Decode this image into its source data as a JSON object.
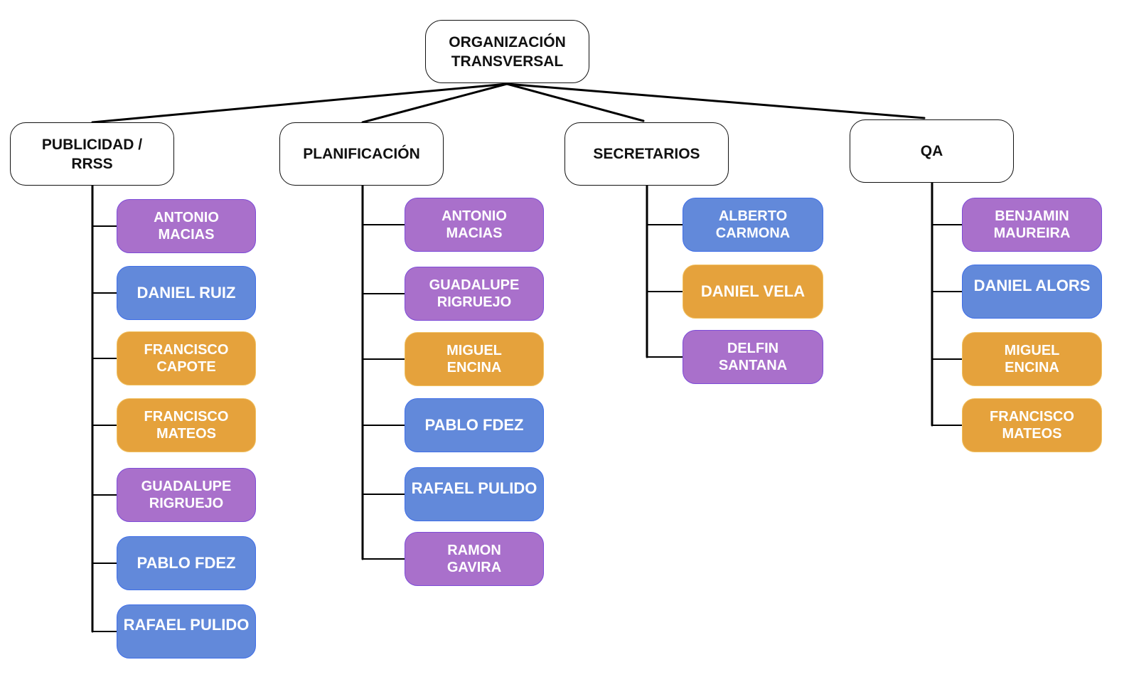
{
  "root": {
    "label": "ORGANIZACIÓN\nTRANSVERSAL"
  },
  "colors": {
    "purple": "#a970cb",
    "blue": "#6289da",
    "orange": "#e5a23c",
    "line": "#000000"
  },
  "departments": [
    {
      "label": "PUBLICIDAD /\nRRSS",
      "members": [
        {
          "label": "ANTONIO\nMACIAS",
          "color": "purple"
        },
        {
          "label": "DANIEL RUIZ",
          "color": "blue"
        },
        {
          "label": "FRANCISCO\nCAPOTE",
          "color": "orange"
        },
        {
          "label": "FRANCISCO\nMATEOS",
          "color": "orange"
        },
        {
          "label": "GUADALUPE\nRIGRUEJO",
          "color": "purple"
        },
        {
          "label": "PABLO FDEZ",
          "color": "blue"
        },
        {
          "label": "RAFAEL PULIDO",
          "color": "blue"
        }
      ]
    },
    {
      "label": "PLANIFICACIÓN",
      "members": [
        {
          "label": "ANTONIO\nMACIAS",
          "color": "purple"
        },
        {
          "label": "GUADALUPE\nRIGRUEJO",
          "color": "purple"
        },
        {
          "label": "MIGUEL\nENCINA",
          "color": "orange"
        },
        {
          "label": "PABLO FDEZ",
          "color": "blue"
        },
        {
          "label": "RAFAEL PULIDO",
          "color": "blue"
        },
        {
          "label": "RAMON\nGAVIRA",
          "color": "purple"
        }
      ]
    },
    {
      "label": "SECRETARIOS",
      "members": [
        {
          "label": "ALBERTO\nCARMONA",
          "color": "blue"
        },
        {
          "label": "DANIEL VELA",
          "color": "orange"
        },
        {
          "label": "DELFIN\nSANTANA",
          "color": "purple"
        }
      ]
    },
    {
      "label": "QA",
      "members": [
        {
          "label": "BENJAMIN\nMAUREIRA",
          "color": "purple"
        },
        {
          "label": "DANIEL ALORS",
          "color": "blue"
        },
        {
          "label": "MIGUEL\nENCINA",
          "color": "orange"
        },
        {
          "label": "FRANCISCO\nMATEOS",
          "color": "orange"
        }
      ]
    }
  ]
}
